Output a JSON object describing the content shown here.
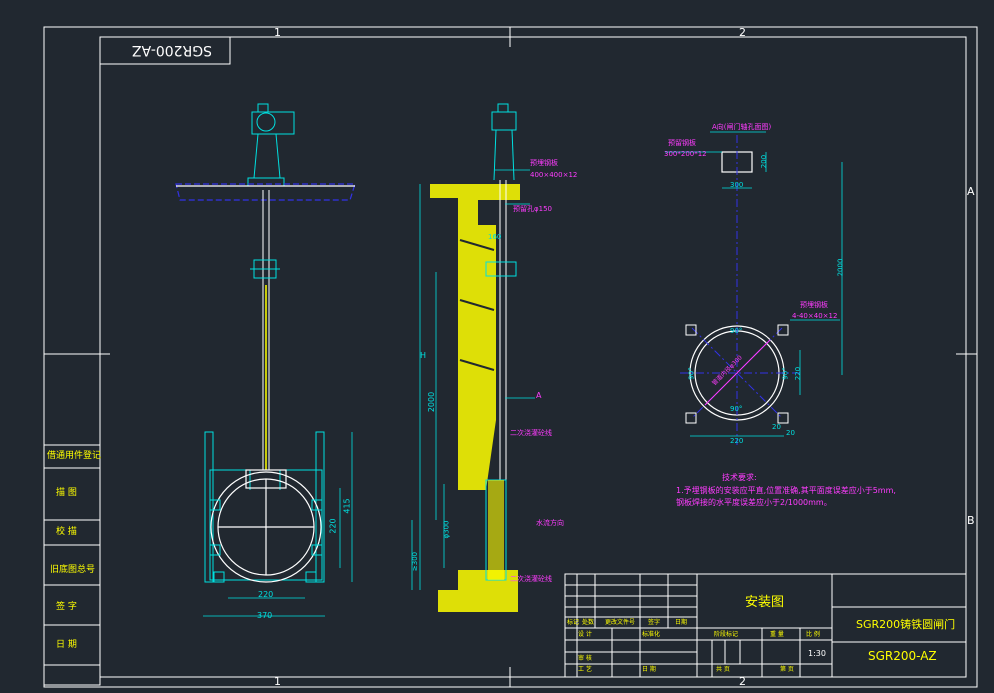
{
  "drawing": {
    "zone_labels": {
      "top_1": "1",
      "top_2": "2",
      "right_a": "A",
      "right_b": "B",
      "bottom_1": "1",
      "bottom_2": "2"
    },
    "title_stamp": "SGR200-AZ",
    "sidebar": {
      "items": [
        "借通用件登记",
        "描 图",
        "校 描",
        "旧底图总号",
        "签 字",
        "日 期"
      ]
    },
    "side_view": {
      "labels": [
        "预埋钢板",
        "400×400×12",
        "预留孔φ150",
        "160",
        "H",
        "2000",
        "A",
        "二次浇灌砼线",
        "φ300",
        "≥300",
        "水流方向",
        "二次浇灌砼线"
      ]
    },
    "front_view": {
      "dims": [
        "220",
        "370",
        "220",
        "415"
      ]
    },
    "plan_view": {
      "section_title": "A向(闸门轴孔面图)",
      "plate_label": "预留钢板",
      "plate_size": "300*200*12",
      "dims": [
        "200",
        "300",
        "2000",
        "90°",
        "90°",
        "90°",
        "90°",
        "220",
        "220",
        "20",
        "20"
      ],
      "plate2_label": "预埋钢板",
      "plate2_size": "4-40×40×12",
      "circle_label": "管道内径φ300"
    },
    "notes": {
      "title": "技术要求:",
      "lines": [
        "1.予埋钢板的安装应平直,位置准确,其平面度误差应小于5mm,",
        "  钢板焊接的水平度误差应小于2/1000mm。"
      ]
    },
    "title_block": {
      "drawing_title": "安装图",
      "product_name": "SGR200铸铁圆闸门",
      "drawing_number": "SGR200-AZ",
      "scale": "1:30",
      "row_headers": [
        "标记",
        "处数",
        "更改文件号",
        "签字",
        "日期"
      ],
      "designer": "设 计",
      "standardized": "标准化",
      "stage_mark": "阶段标记",
      "weight": "重 量",
      "ratio": "比 例",
      "review": "审 核",
      "craft": "工 艺",
      "date": "日 期",
      "sheets": "共  页",
      "sheet": "第  页"
    }
  },
  "colors": {
    "background": "#212830",
    "frame": "#ffffff",
    "blue": "#3232e6",
    "cyan": "#00e0e0",
    "yellow": "#ffff00",
    "magenta": "#ff3cff",
    "red": "#ff2a2a",
    "green": "#46d646",
    "sidebar_text": "#ffff00"
  }
}
